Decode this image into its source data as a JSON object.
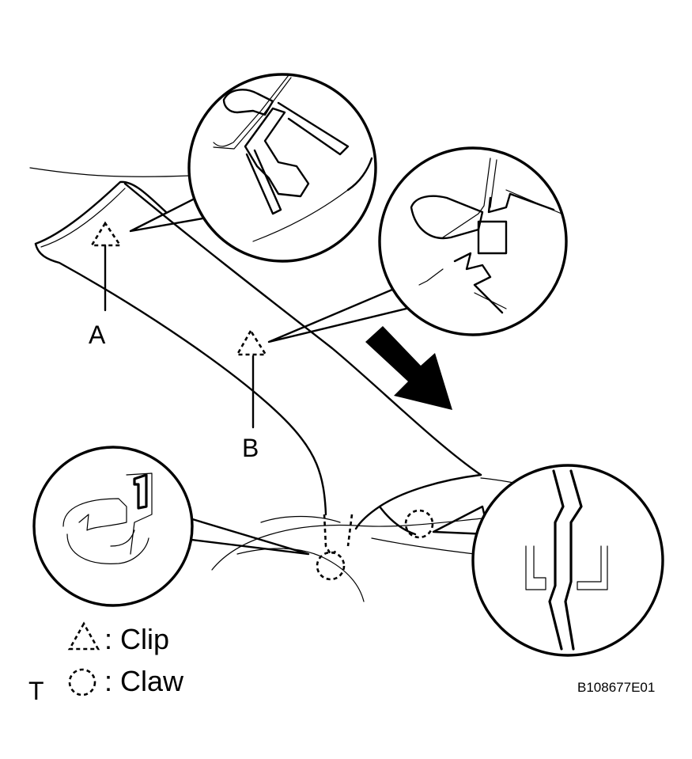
{
  "labels": {
    "clip_a": "A",
    "clip_b": "B"
  },
  "legend": {
    "clip": ": Clip",
    "claw": ": Claw"
  },
  "corner_mark": "T",
  "figure_code": "B108677E01",
  "icons": [
    "clip-triangle-icon",
    "claw-circle-icon",
    "direction-arrow-icon"
  ]
}
